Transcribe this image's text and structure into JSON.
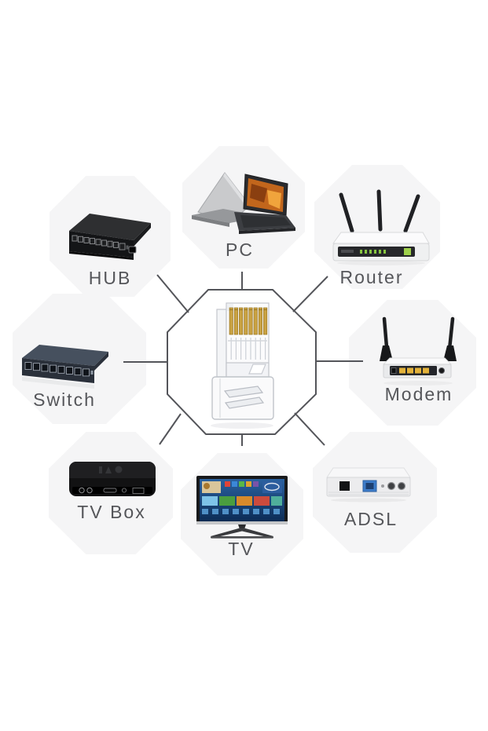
{
  "diagram": {
    "center": {
      "icon": "rj45-connector"
    },
    "nodes": [
      {
        "id": "hub",
        "label": "HUB",
        "icon": "network-hub"
      },
      {
        "id": "pc",
        "label": "PC",
        "icon": "laptops"
      },
      {
        "id": "router",
        "label": "Router",
        "icon": "wireless-router"
      },
      {
        "id": "switch",
        "label": "Switch",
        "icon": "ethernet-switch"
      },
      {
        "id": "modem",
        "label": "Modem",
        "icon": "wireless-modem"
      },
      {
        "id": "tvbox",
        "label": "TV Box",
        "icon": "tv-set-top-box"
      },
      {
        "id": "tv",
        "label": "TV",
        "icon": "smart-tv"
      },
      {
        "id": "adsl",
        "label": "ADSL",
        "icon": "adsl-modem"
      }
    ],
    "colors": {
      "background": "#ffffff",
      "line": "#54555a",
      "label": "#55565a",
      "tile": "#f5f5f6",
      "pin_gold": "#c9a243"
    }
  }
}
